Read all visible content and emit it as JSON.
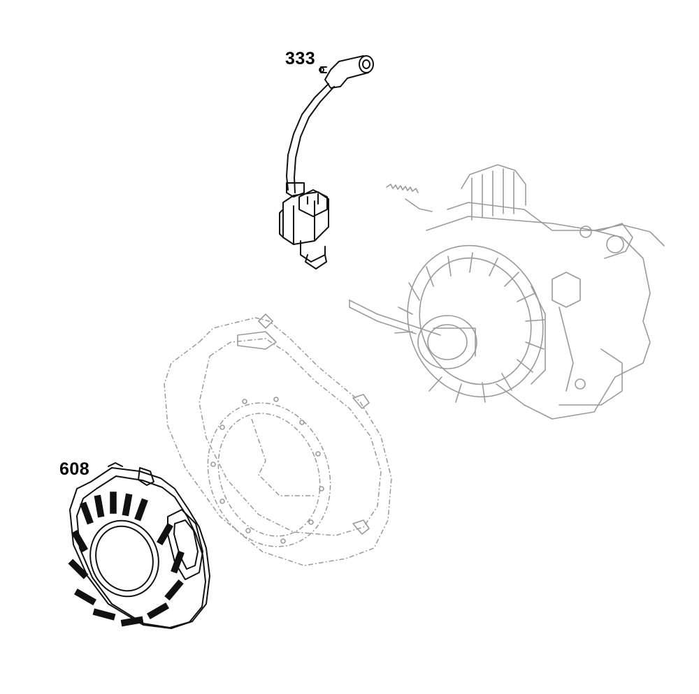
{
  "callouts": {
    "coil_number": "333",
    "starter_number": "608"
  },
  "parts": [
    {
      "number": "333",
      "name": "ignition-coil",
      "highlighted": true
    },
    {
      "number": "608",
      "name": "recoil-starter",
      "highlighted": true
    },
    {
      "number": "",
      "name": "blower-housing",
      "highlighted": false
    },
    {
      "number": "",
      "name": "engine-block-with-flywheel",
      "highlighted": false
    }
  ],
  "colors": {
    "highlight_ink": "#111111",
    "ghost_ink": "#9a9a9a",
    "background": "#ffffff"
  }
}
